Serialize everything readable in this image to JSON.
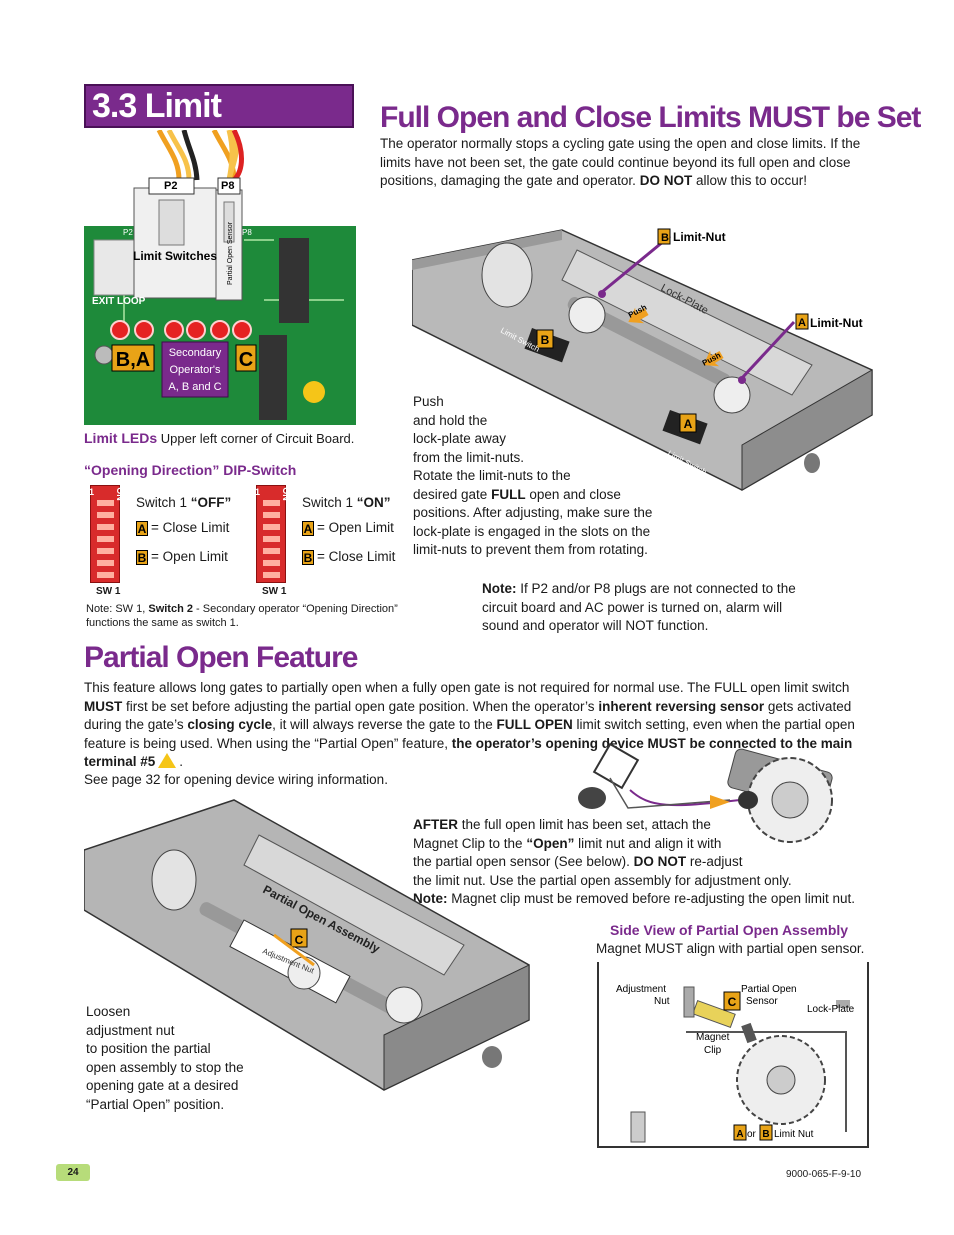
{
  "section_title": "3.3 Limit Switches",
  "full_limits": {
    "heading": "Full Open and Close Limits MUST be Set",
    "intro_1": "The operator normally stops a cycling gate using the open and close limits. If the limits have not been set, the gate could continue beyond its full open and close positions, damaging the gate and operator.",
    "intro_bold": "DO NOT",
    "intro_2": "allow this to occur!",
    "push_1": "Push",
    "push_2": "and hold the",
    "push_3": "lock-plate away",
    "push_4": "from the limit-nuts.",
    "push_5": "Rotate the limit-nuts to the",
    "push_6a": "desired gate",
    "push_6b": "FULL",
    "push_6c": "open and close",
    "push_7": "positions. After adjusting, make sure the",
    "push_8": "lock-plate is engaged in the slots on the",
    "push_9": "limit-nuts to prevent them from rotating.",
    "note_label": "Note:",
    "note_1": "If P2 and/or P8 plugs are not connected to the",
    "note_2": "circuit board and AC power is turned on, alarm will",
    "note_3": "sound and operator will NOT function."
  },
  "diagram_labels": {
    "tag_a": "A",
    "tag_b": "B",
    "tag_c": "C",
    "limit_nut": "Limit-Nut",
    "lock_plate": "Lock-Plate",
    "push": "Push",
    "limit_switch": "Limit Switch",
    "p2": "P2",
    "p8": "P8",
    "limit_switches": "Limit Switches",
    "partial_open_sensor_vert": "Partial Open Sensor",
    "exit_loop": "EXIT LOOP",
    "secondary_1": "Secondary",
    "secondary_2": "Operator's",
    "secondary_3": "A, B and C"
  },
  "leds": {
    "label": "Limit LEDs",
    "caption": "Upper left corner of Circuit Board."
  },
  "dip_switch": {
    "heading": "“Opening Direction” DIP-Switch",
    "on_label": "ON",
    "one_label": "1",
    "sw_label": "SW 1",
    "left_title": "Switch 1",
    "left_state": "“OFF”",
    "left_a": "= Close Limit",
    "left_b": "= Open Limit",
    "right_title": "Switch 1",
    "right_state": "“ON”",
    "right_a": "= Open Limit",
    "right_b": "= Close Limit",
    "note_1": "Note: SW 1,",
    "note_bold": "Switch 2",
    "note_2": "- Secondary operator “Opening Direction”",
    "note_3": "functions the same as switch 1."
  },
  "partial": {
    "heading": "Partial Open Feature",
    "p1a": "This feature allows long gates to partially open when a fully open gate is not required for normal use. The FULL open limit switch",
    "p1b": "MUST",
    "p1c": "first be set before adjusting the partial open gate position. When the operator’s",
    "p1d": "inherent reversing sensor",
    "p1e": "gets activated during the gate’s",
    "p1f": "closing cycle",
    "p1g": ", it will always reverse the gate to the",
    "p1h": "FULL OPEN",
    "p1i": "limit switch setting, even when the partial open feature is being used. When using the “Partial Open” feature,",
    "p1j": "the operator’s opening device MUST be connected to the main terminal #5",
    "p1k": ".",
    "p2": "See page 32 for opening device wiring information.",
    "after_1b": "AFTER",
    "after_1": "the full open limit has been set, attach the",
    "after_2": "Magnet Clip to the",
    "after_2b": "“Open”",
    "after_2c": "limit nut and align it with",
    "after_3": "the partial open sensor (See below).",
    "after_3b": "DO NOT",
    "after_3c": "re-adjust",
    "after_4": "the limit nut. Use the partial open assembly for adjustment only.",
    "after_5b": "Note:",
    "after_5": "Magnet clip must be removed before re-adjusting the open limit nut.",
    "loosen_1": "Loosen",
    "loosen_2": "adjustment nut",
    "loosen_3": "to position the partial",
    "loosen_4": "open assembly to stop the",
    "loosen_5": "opening gate at a desired",
    "loosen_6": "“Partial Open” position.",
    "assembly_label": "Partial Open Assembly",
    "adjustment_nut_curved": "Adjustment Nut",
    "side_heading": "Side View of Partial Open Assembly",
    "side_caption": "Magnet MUST align with partial open sensor.",
    "sv_adjustment_1": "Adjustment",
    "sv_adjustment_2": "Nut",
    "sv_sensor_1": "Partial Open",
    "sv_sensor_2": "Sensor",
    "sv_lock_plate": "Lock-Plate",
    "sv_magnet_1": "Magnet",
    "sv_magnet_2": "Clip",
    "sv_or": "or",
    "sv_limit_nut": "Limit Nut"
  },
  "footer": {
    "page_number": "24",
    "doc_code": "9000-065-F-9-10"
  },
  "colors": {
    "accent_purple": "#7a2a8c",
    "tag_orange": "#e8a317",
    "board_green": "#1e8a3a",
    "page_badge": "#b7dc7a"
  }
}
